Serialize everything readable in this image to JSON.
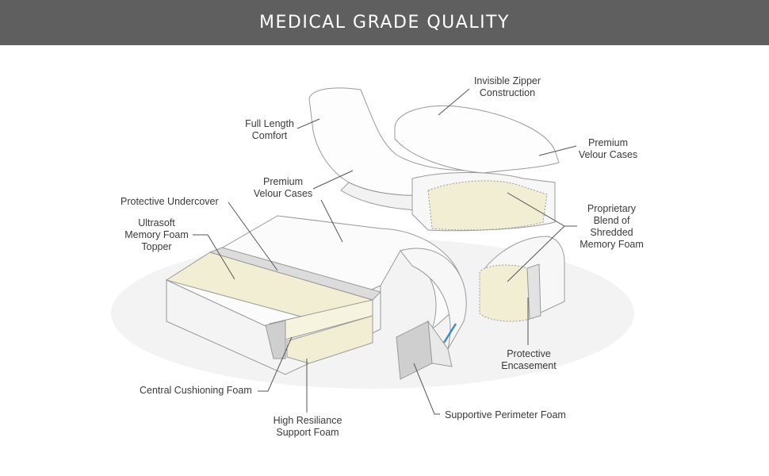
{
  "banner": {
    "title": "MEDICAL GRADE QUALITY"
  },
  "labels": {
    "invisible_zipper": [
      "Invisible Zipper",
      "Construction"
    ],
    "full_length": [
      "Full Length",
      "Comfort"
    ],
    "premium_velour_right": [
      "Premium",
      "Velour Cases"
    ],
    "premium_velour_center": [
      "Premium",
      "Velour Cases"
    ],
    "protective_undercover": "Protective Undercover",
    "ultrasoft": [
      "Ultrasoft",
      "Memory Foam",
      "Topper"
    ],
    "proprietary": [
      "Proprietary",
      "Blend of",
      "Shredded",
      "Memory Foam"
    ],
    "protective_encasement": [
      "Protective",
      "Encasement"
    ],
    "central_cushioning": "Central Cushioning Foam",
    "high_resiliance": [
      "High Resiliance",
      "Support Foam"
    ],
    "supportive_perimeter": "Supportive Perimeter Foam"
  },
  "colors": {
    "banner": "#5f5f5f",
    "foam": "#f2eed3",
    "foam_shadow": "#e4dfbe",
    "gray_block": "#cfcfcf",
    "accent_stripe": "#3a8fc9"
  }
}
